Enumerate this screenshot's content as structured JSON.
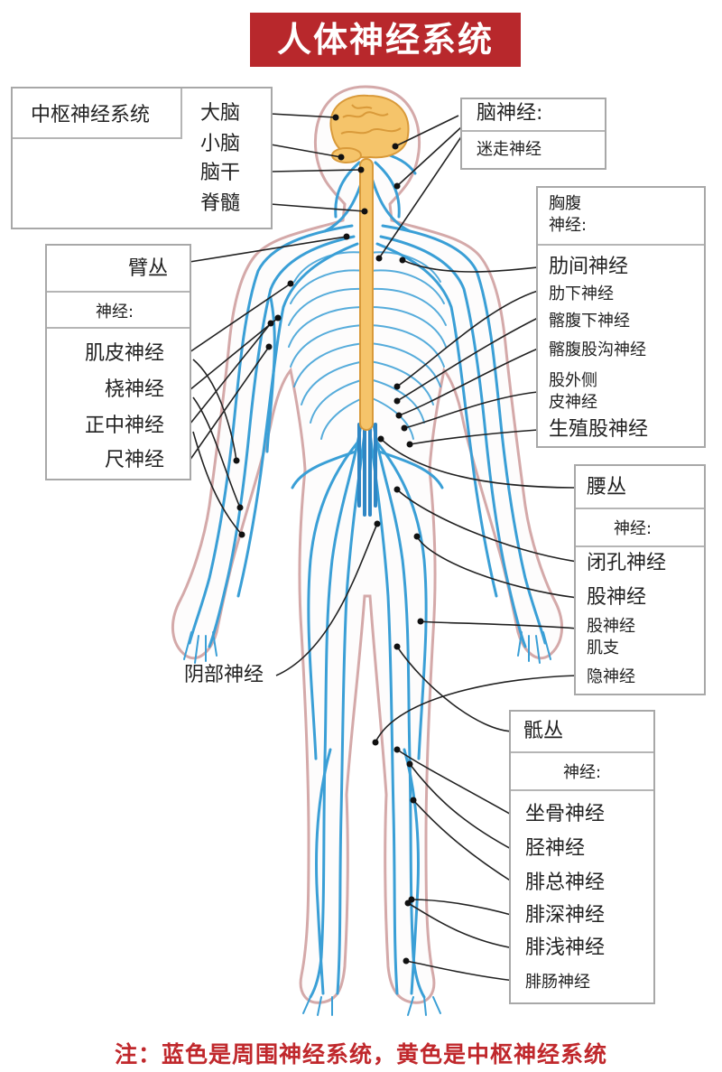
{
  "title": "人体神经系统",
  "central": {
    "heading": "中枢神经系统",
    "items": [
      "大脑",
      "小脑",
      "脑干",
      "脊髓"
    ]
  },
  "cranial": {
    "heading": "脑神经:",
    "items": [
      "迷走神经"
    ]
  },
  "thoracoabdominal": {
    "heading_line1": "胸腹",
    "heading_line2": "神经:",
    "items": [
      "肋间神经",
      "肋下神经",
      "髂腹下神经",
      "髂腹股沟神经",
      "股外侧",
      "皮神经",
      "生殖股神经"
    ]
  },
  "brachial": {
    "heading": "臂丛",
    "subheading": "神经:",
    "items": [
      "肌皮神经",
      "桡神经",
      "正中神经",
      "尺神经"
    ]
  },
  "lumbar": {
    "heading": "腰丛",
    "subheading": "神经:",
    "items": [
      "闭孔神经",
      "股神经",
      "股神经",
      "肌支",
      "隐神经"
    ]
  },
  "pudendal": "阴部神经",
  "sacral": {
    "heading": "骶丛",
    "subheading": "神经:",
    "items": [
      "坐骨神经",
      "胫神经",
      "腓总神经",
      "腓深神经",
      "腓浅神经",
      "腓肠神经"
    ]
  },
  "note": "注：蓝色是周围神经系统，黄色是中枢神经系统",
  "colors": {
    "title_bg": "#b8282c",
    "peripheral": "#3a9fd6",
    "central": "#f5c46a",
    "skin_outline": "#d4a9a9",
    "note": "#c0282c"
  }
}
